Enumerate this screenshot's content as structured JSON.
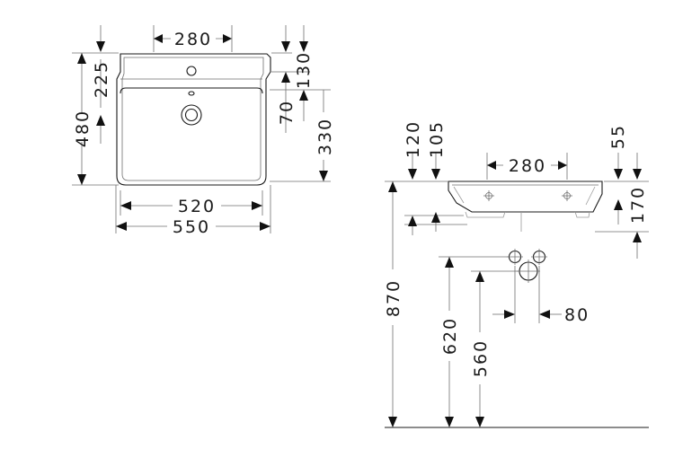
{
  "top_view": {
    "width_inner": "520",
    "width_outer": "550",
    "depth_total": "480",
    "depth_back": "225",
    "bowl_depth": "330",
    "hole_spacing": "280",
    "offset_130": "130",
    "offset_70": "70"
  },
  "side_view": {
    "total_height": "870",
    "inlet_height": "620",
    "inlet_lower": "560",
    "inlet_spacing": "80",
    "hole_spacing": "280",
    "dim_120": "120",
    "dim_105": "105",
    "dim_55": "55",
    "basin_height": "170"
  },
  "colors": {
    "line": "#1a1a1a",
    "arrow": "#111111",
    "background": "#ffffff"
  }
}
